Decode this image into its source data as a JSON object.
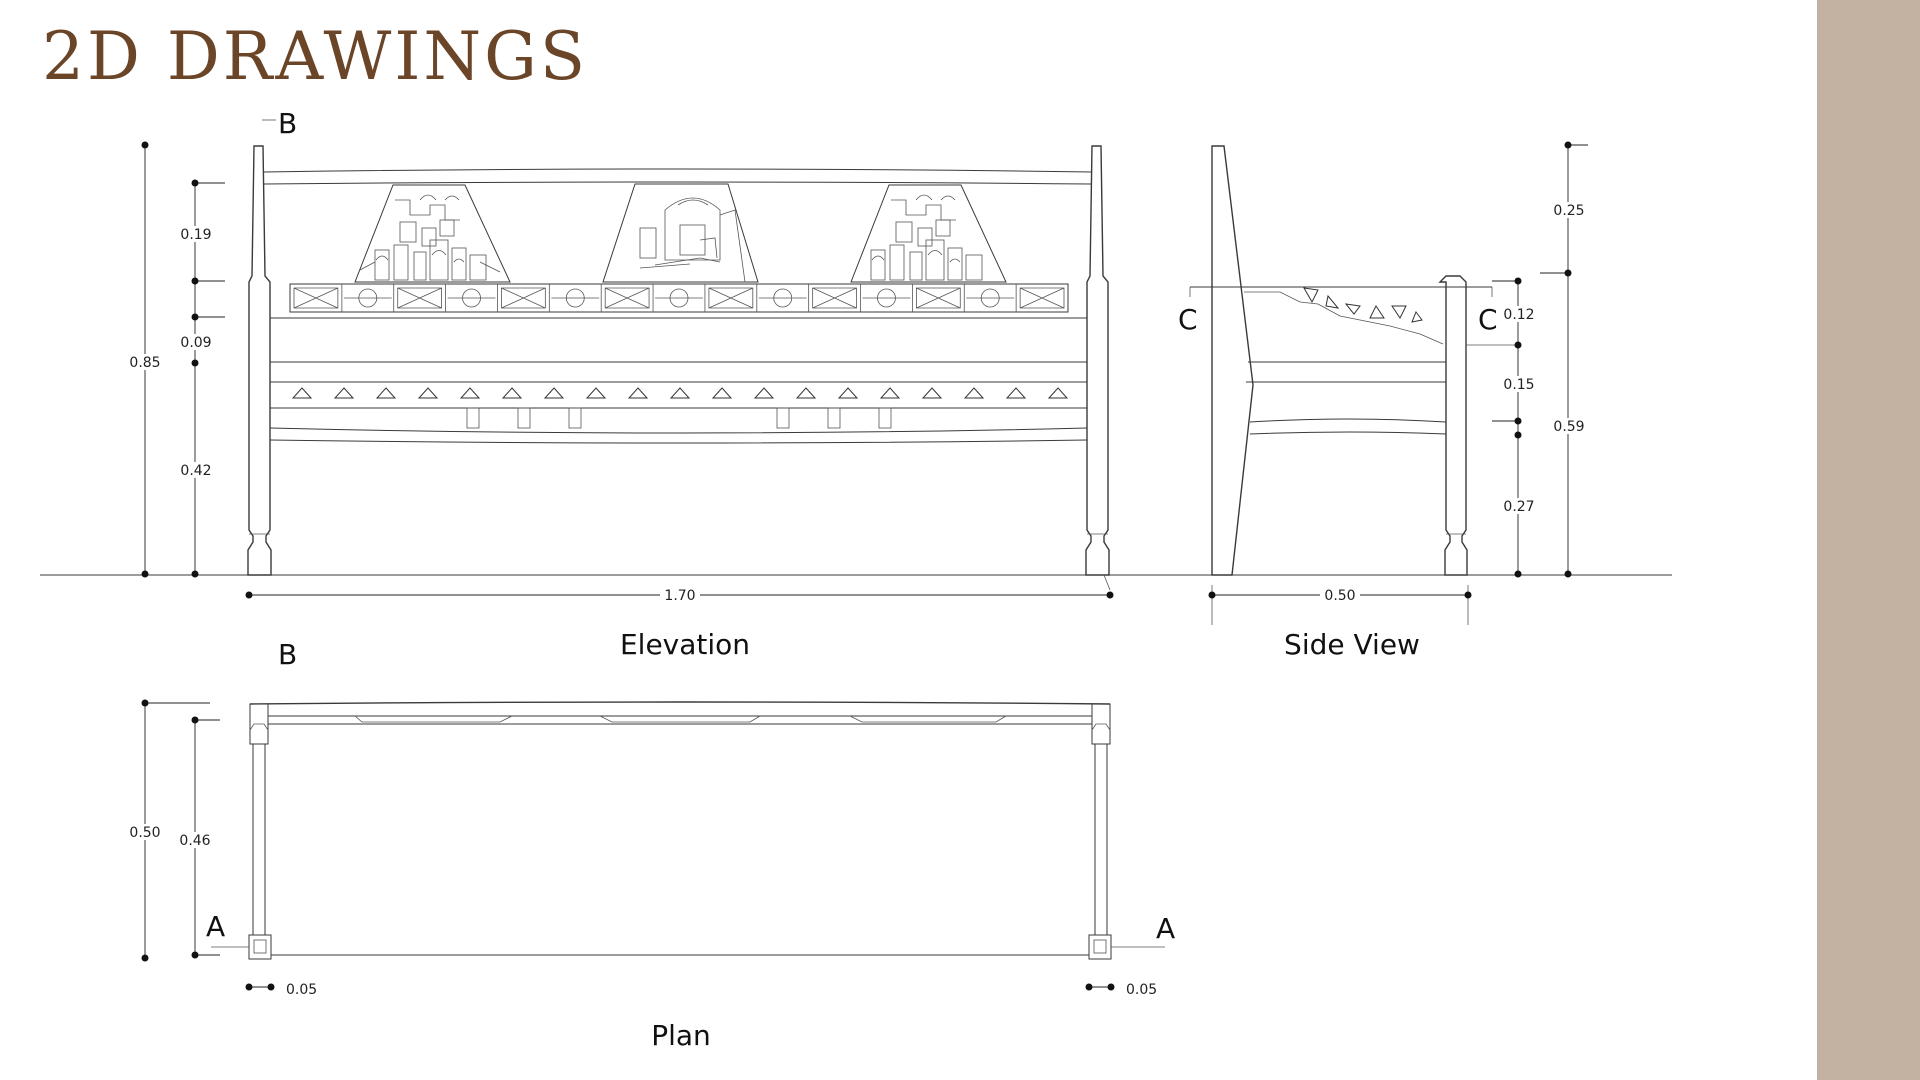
{
  "title": "2D DRAWINGS",
  "captions": {
    "elevation": "Elevation",
    "side_view": "Side View",
    "plan": "Plan"
  },
  "section_markers": {
    "b_top": "B",
    "b_bottom": "B",
    "c_left": "C",
    "c_right": "C",
    "a_left": "A",
    "a_right": "A"
  },
  "dimensions": {
    "elev_total_height": "0.85",
    "elev_back_panel": "0.19",
    "elev_rail": "0.09",
    "elev_seat_height": "0.42",
    "elev_width": "1.70",
    "side_top": "0.25",
    "side_lower": "0.59",
    "side_arm": "0.12",
    "side_mid": "0.15",
    "side_bottom": "0.27",
    "side_depth": "0.50",
    "plan_total_depth": "0.50",
    "plan_inner_depth": "0.46",
    "plan_leg_left": "0.05",
    "plan_leg_right": "0.05"
  },
  "colors": {
    "title": "#6b4528",
    "side_panel": "#c3b2a2",
    "line": "#3a3a3a"
  }
}
